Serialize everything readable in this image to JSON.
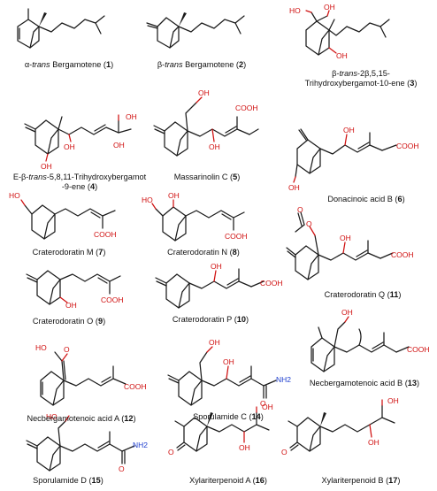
{
  "figure": {
    "compounds": [
      {
        "prefix": "α-",
        "italic": "trans",
        "name": " Bergamotene",
        "num": "1"
      },
      {
        "prefix": "β-",
        "italic": "trans",
        "name": " Bergamotene",
        "num": "2"
      },
      {
        "prefix": "β-",
        "italic": "trans",
        "name": "-2β,5,15-",
        "line2": "Trihydroxybergamot-10-ene",
        "num": "3"
      },
      {
        "prefix": "E-β-",
        "italic": "trans",
        "name": "-5,8,11-Trihydroxybergamot",
        "line2": "-9-ene",
        "num": "4"
      },
      {
        "prefix": "",
        "italic": "",
        "name": "Massarinolin C",
        "num": "5"
      },
      {
        "prefix": "",
        "italic": "",
        "name": "Donacinoic acid B",
        "num": "6"
      },
      {
        "prefix": "",
        "italic": "",
        "name": "Craterodoratin M",
        "num": "7"
      },
      {
        "prefix": "",
        "italic": "",
        "name": "Craterodoratin N",
        "num": "8"
      },
      {
        "prefix": "",
        "italic": "",
        "name": "Craterodoratin O",
        "num": "9"
      },
      {
        "prefix": "",
        "italic": "",
        "name": "Craterodoratin P",
        "num": "10"
      },
      {
        "prefix": "",
        "italic": "",
        "name": "Craterodoratin Q",
        "num": "11"
      },
      {
        "prefix": "",
        "italic": "",
        "name": "Necbergamotenoic acid A",
        "num": "12"
      },
      {
        "prefix": "",
        "italic": "",
        "name": "Sporulamide C",
        "num": "14"
      },
      {
        "prefix": "",
        "italic": "",
        "name": "Necbergamotenoic acid B",
        "num": "13"
      },
      {
        "prefix": "",
        "italic": "",
        "name": "Sporulamide D",
        "num": "15"
      },
      {
        "prefix": "",
        "italic": "",
        "name": "Xylariterpenoid A",
        "num": "16"
      },
      {
        "prefix": "",
        "italic": "",
        "name": "Xylariterpenoid B",
        "num": "17"
      }
    ],
    "atoms": {
      "oh": "OH",
      "ho": "HO",
      "cooh": "COOH",
      "o": "O",
      "nh2": "NH2"
    },
    "colors": {
      "bond": "#1a1a1a",
      "oxygen": "#d01010",
      "nitrogen": "#1f3fcf"
    }
  }
}
